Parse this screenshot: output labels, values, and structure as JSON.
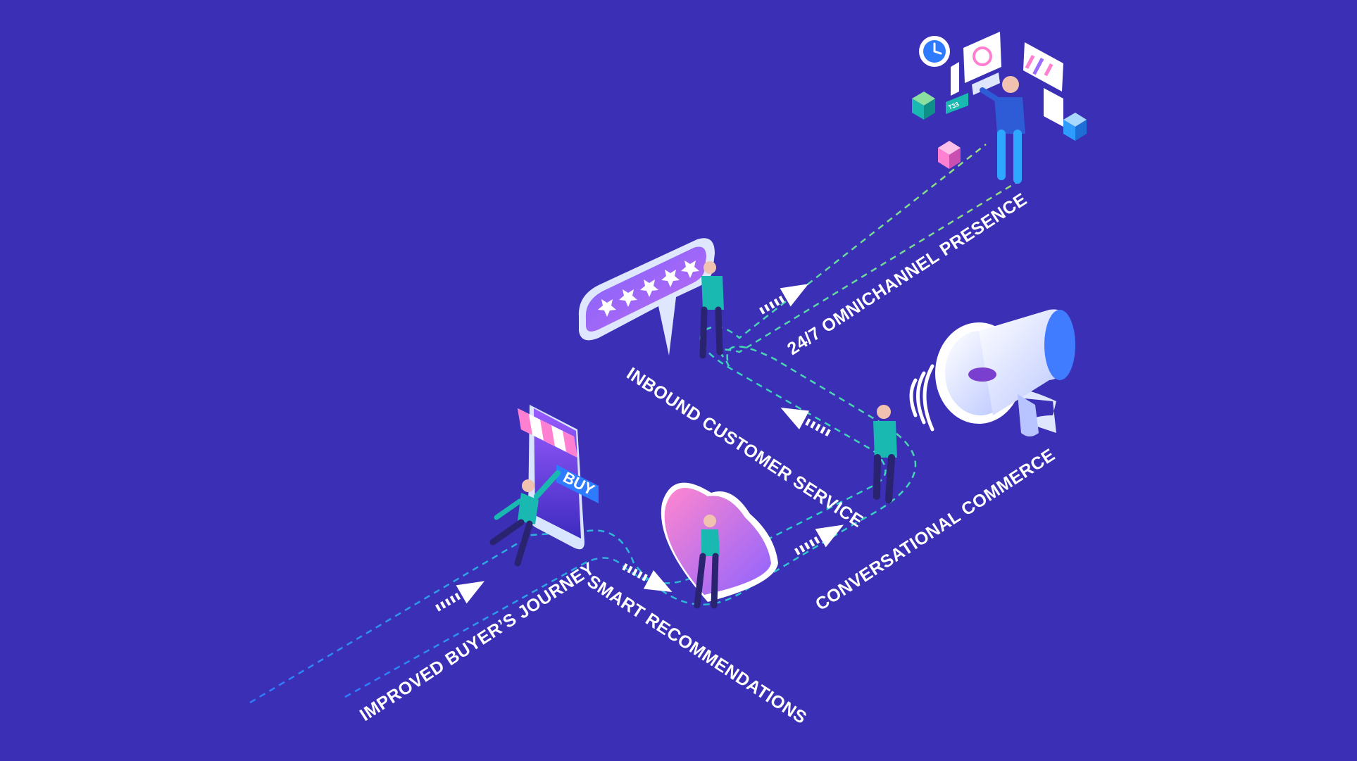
{
  "steps": [
    {
      "label": "IMPROVED BUYER’S JOURNEY"
    },
    {
      "label": "SMART RECOMMENDATIONS"
    },
    {
      "label": "CONVERSATIONAL COMMERCE"
    },
    {
      "label": "INBOUND CUSTOMER SERVICE"
    },
    {
      "label": "24/7 OMNICHANNEL PRESENCE"
    }
  ],
  "shop": {
    "buy_label": "BUY"
  },
  "dashboard": {
    "tag_label": "T33"
  },
  "rating": {
    "stars": 5
  },
  "colors": {
    "background": "#3b2fb5",
    "path_blue": "#2e9bff",
    "path_teal": "#2ed1c4",
    "path_green": "#8be08a",
    "accent_pink": "#ff7fd0",
    "accent_purple": "#9b6bff",
    "shirt_teal": "#19b8b0",
    "arrow_white": "#ffffff"
  },
  "icons": [
    "shop-phone-icon",
    "heart-icon",
    "megaphone-icon",
    "rating-bubble-icon",
    "dashboard-icon",
    "clock-icon",
    "arrow-icon"
  ]
}
